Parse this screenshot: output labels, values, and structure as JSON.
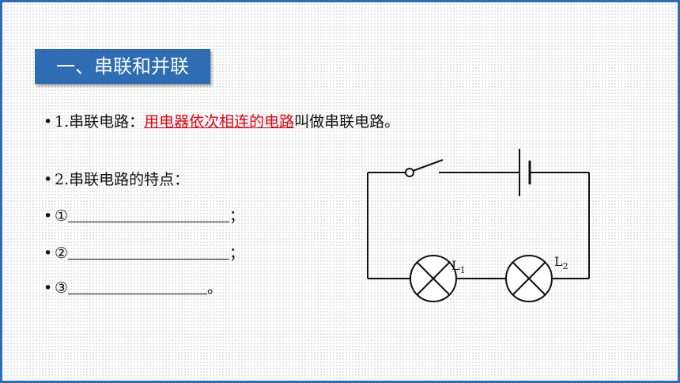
{
  "title": "一、串联和并联",
  "line1": {
    "bullet": "•",
    "num": "1.",
    "prefix": "串联电路：",
    "highlight": "用电器依次相连的电路",
    "suffix": "叫做串联电路。"
  },
  "line2": {
    "bullet": "•",
    "num": "2.",
    "text": "串联电路的特点："
  },
  "items": [
    {
      "bullet": "•",
      "marker": "①",
      "end": "；"
    },
    {
      "bullet": "•",
      "marker": "②",
      "end": "；"
    },
    {
      "bullet": "•",
      "marker": "③",
      "end": "。"
    }
  ],
  "circuit": {
    "lamp1": {
      "letter": "L",
      "sub": "1"
    },
    "lamp2": {
      "letter": "L",
      "sub": "2"
    }
  },
  "colors": {
    "title_bg": "#2e6db4",
    "highlight": "#e60012"
  }
}
